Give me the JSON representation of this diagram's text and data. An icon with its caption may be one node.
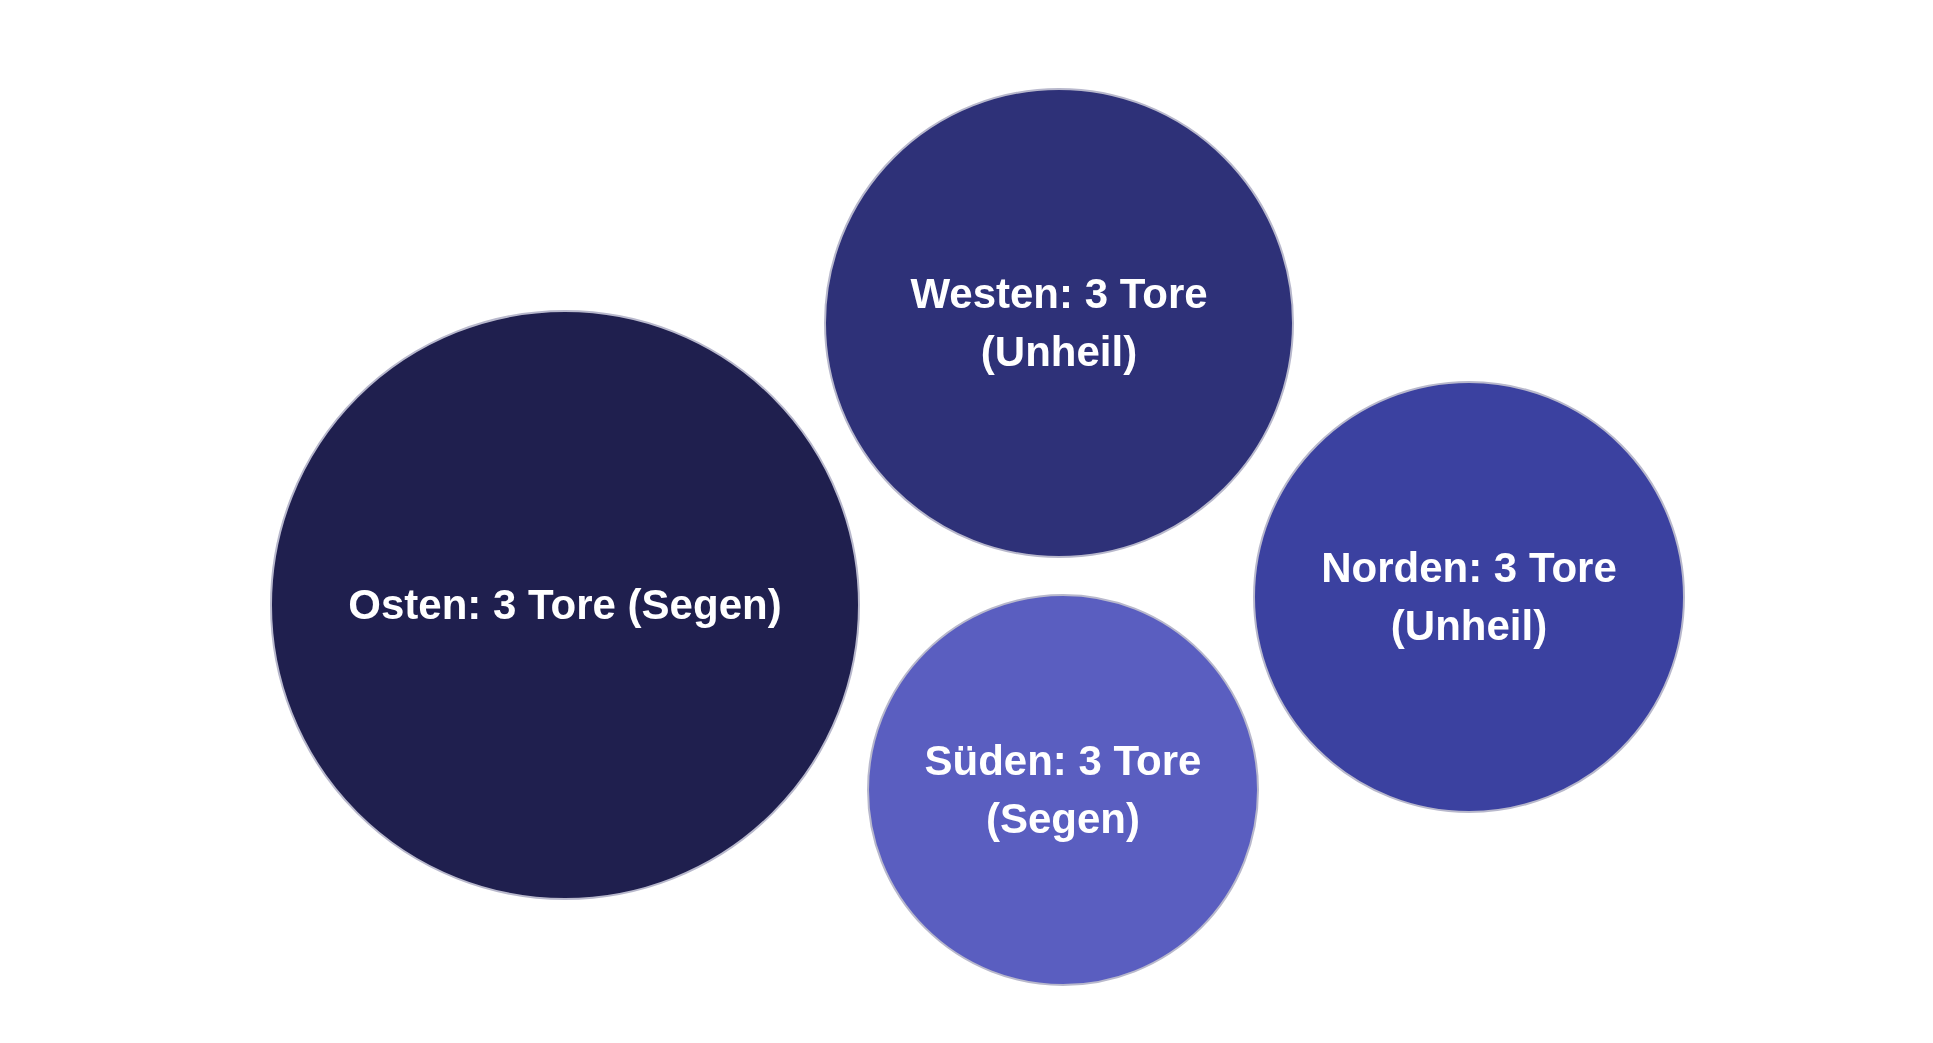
{
  "diagram": {
    "nodes": [
      {
        "text": [
          "Westen: 3 Tore (Unheil)"
        ]
      },
      {
        "text": [
          "Osten: 3 Tore (Segen)"
        ]
      },
      {
        "text": [
          "Norden: 3 Tore (Unheil)"
        ]
      },
      {
        "text": [
          "Süden: 3 Tore (Segen)"
        ]
      }
    ]
  }
}
